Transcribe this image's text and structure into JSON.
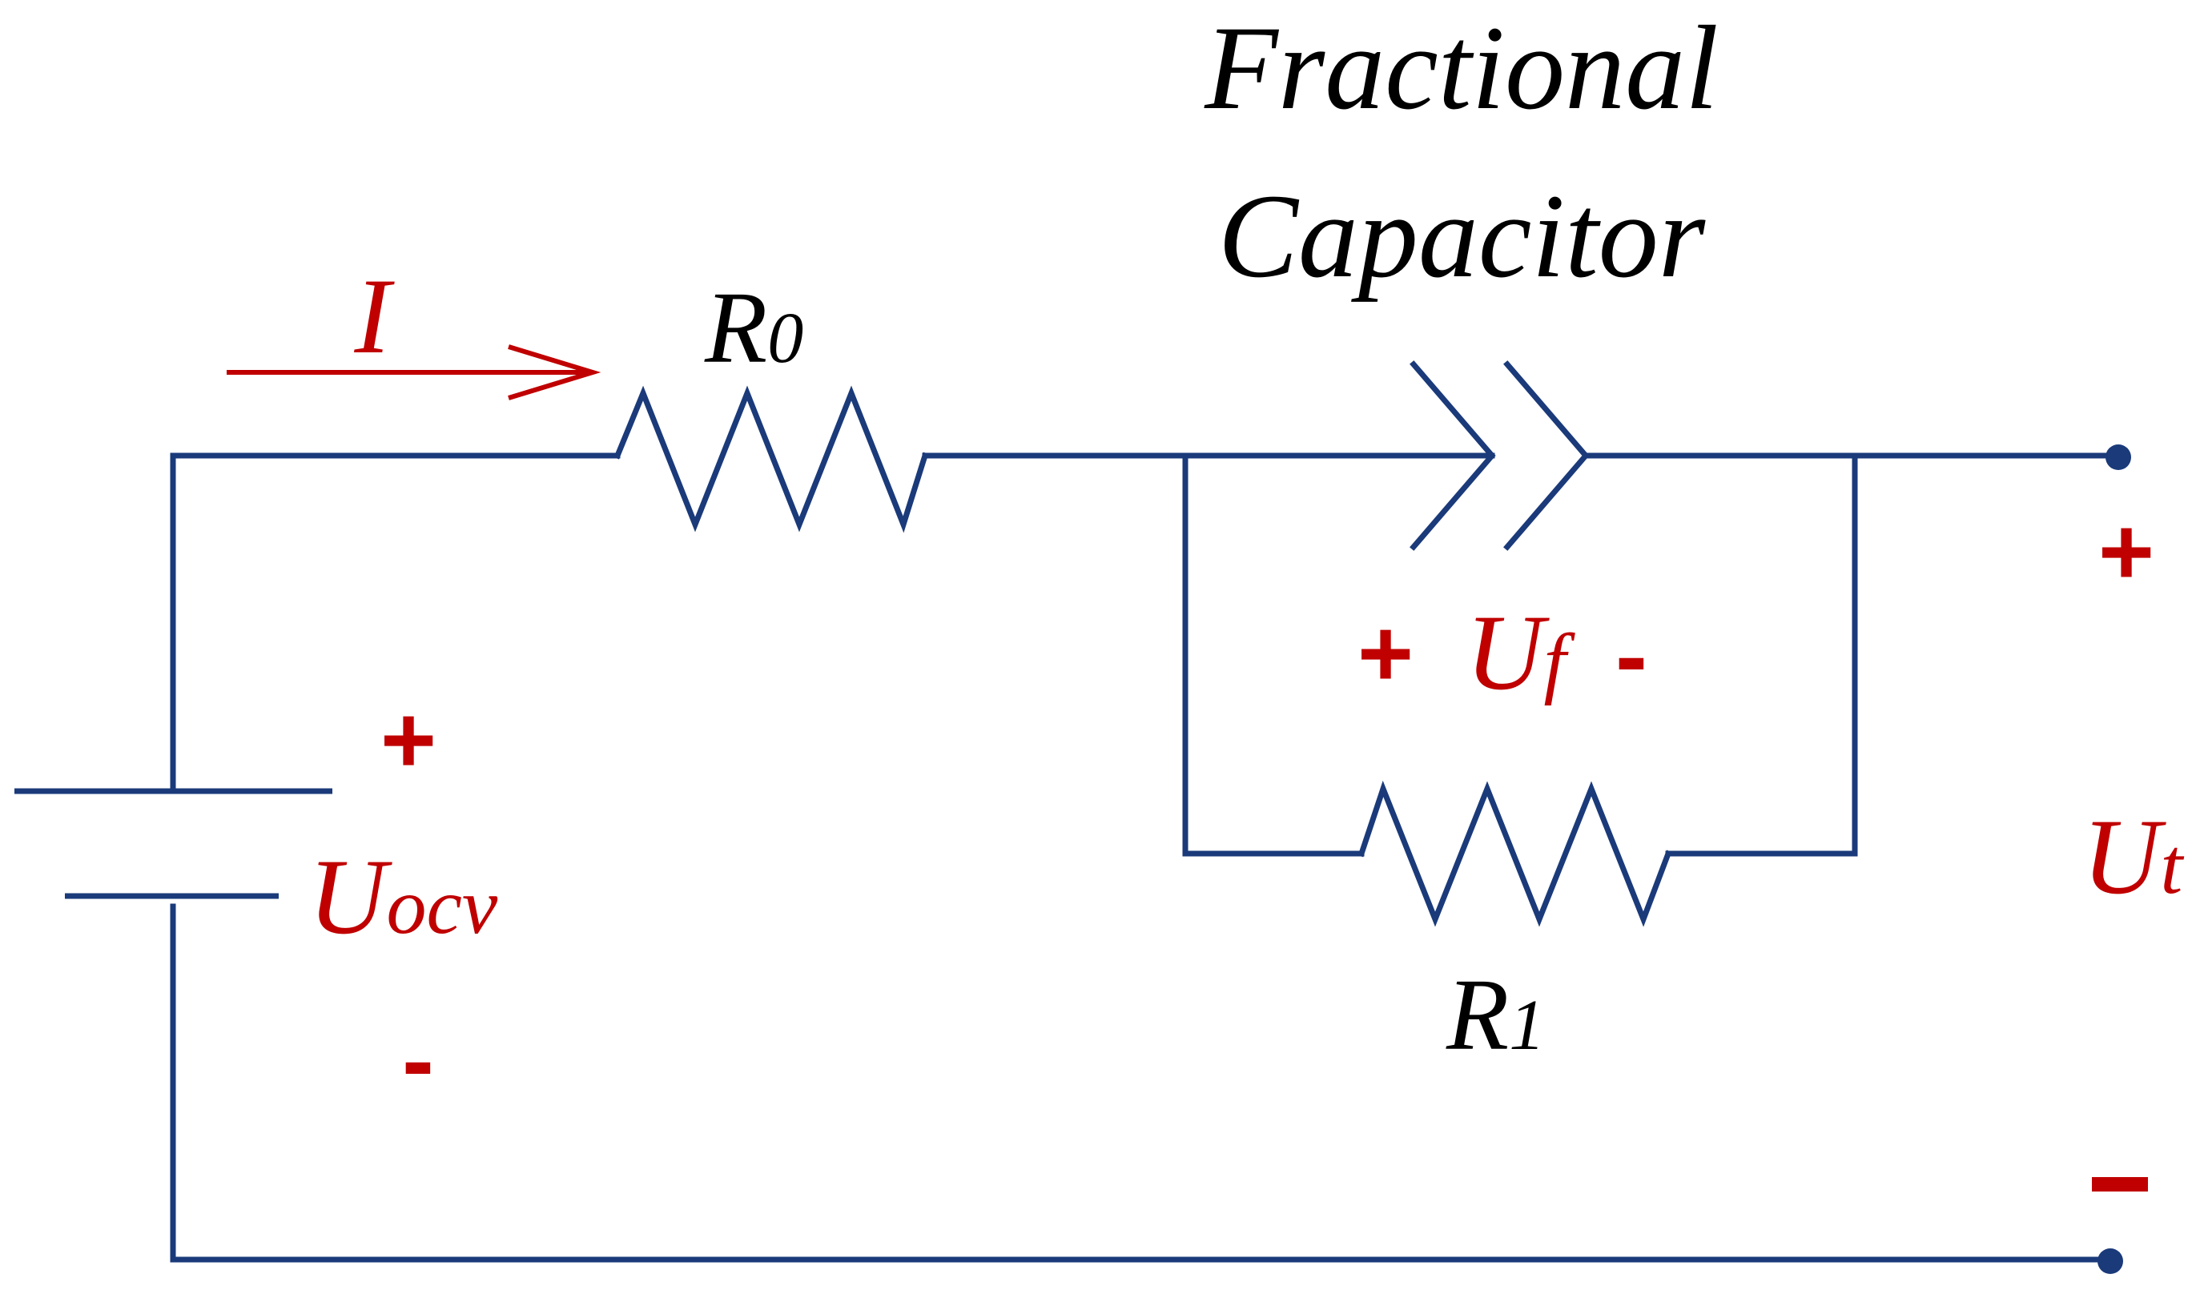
{
  "colors": {
    "wire": "#1a3a7a",
    "annotation": "#c00000",
    "text": "#000000"
  },
  "title": {
    "line1": "Fractional",
    "line2": "Capacitor"
  },
  "labels": {
    "current": "I",
    "r0_main": "R",
    "r0_sub": "0",
    "r1_main": "R",
    "r1_sub": "1",
    "uocv_main": "U",
    "uocv_sub": "ocv",
    "uf_main": "U",
    "uf_sub": "f",
    "ut_main": "U",
    "ut_sub": "t"
  },
  "polarity": {
    "plus": "+",
    "minus": "-"
  },
  "icons": {
    "battery": "voltage-source-icon",
    "resistor": "resistor-icon",
    "fractional_capacitor": "fractional-capacitor-icon",
    "terminal": "terminal-dot-icon",
    "arrow": "current-arrow-icon"
  }
}
